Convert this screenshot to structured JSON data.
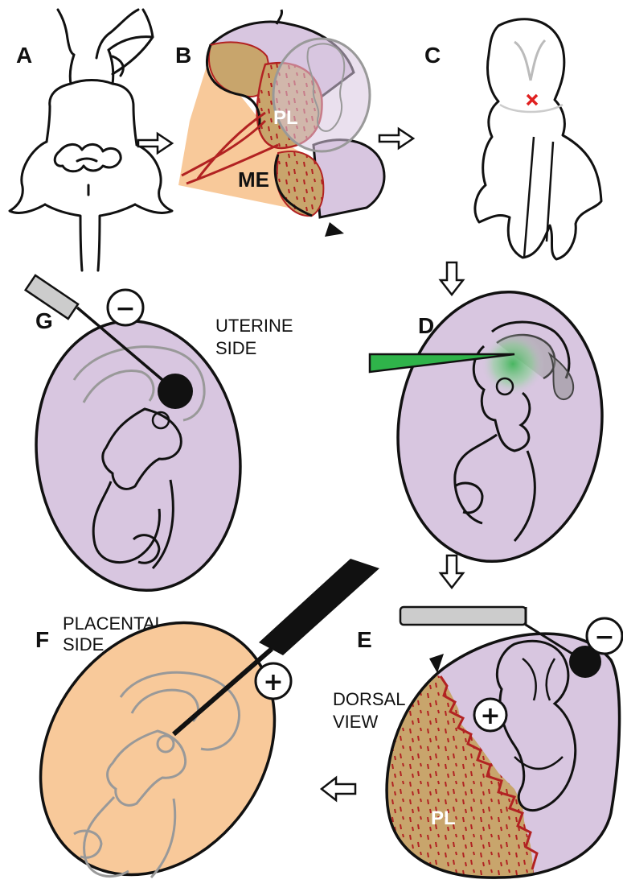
{
  "panels": {
    "a": "A",
    "b": "B",
    "c": "C",
    "d": "D",
    "e": "E",
    "f": "F",
    "g": "G"
  },
  "labels": {
    "pl_b": "PL",
    "me": "ME",
    "pl_e": "PL",
    "uterine_line1": "UTERINE",
    "uterine_line2": "SIDE",
    "dorsal_line1": "DORSAL",
    "dorsal_line2": "VIEW",
    "placental_line1": "PLACENTAL",
    "placental_line2": "SIDE"
  },
  "signs": {
    "minus": "−",
    "plus": "+"
  },
  "colors": {
    "uterine_purple": "#d8c6e0",
    "placenta_tan": "#c8a56c",
    "mesometrium_orange": "#f8c99a",
    "vessel_red": "#b22222",
    "injection_green": "#2fb34a",
    "outline": "#111111",
    "embryo_gray": "#999999",
    "injection_site_red": "#e02020"
  }
}
